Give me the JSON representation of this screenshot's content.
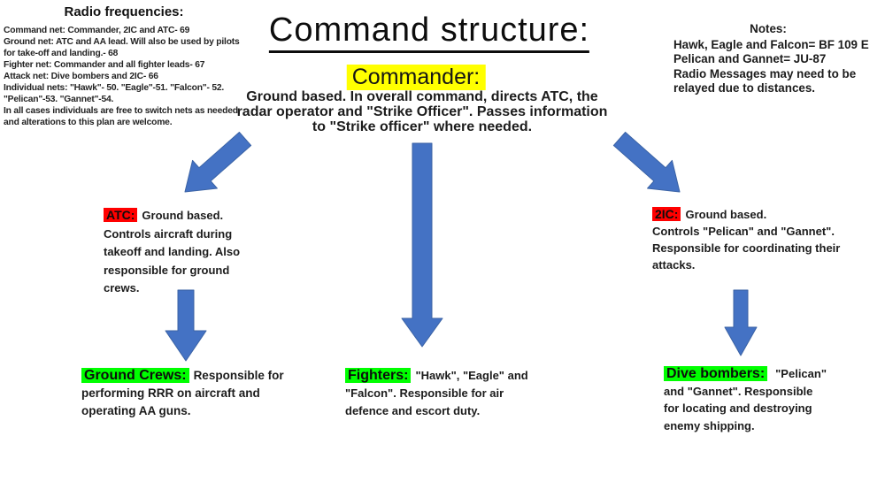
{
  "slide": {
    "title": "Command structure:"
  },
  "colors": {
    "arrow_blue": "#4472C4",
    "highlight_yellow": "#FFFF00",
    "highlight_red": "#FF0000",
    "highlight_green": "#00FF00"
  },
  "radio_frequencies": {
    "title": "Radio frequencies:",
    "lines": [
      "Command net: Commander, 2IC and ATC- 69",
      "Ground net: ATC and AA lead. Will also be used by pilots",
      "for take-off and landing.- 68",
      "Fighter net: Commander and all fighter leads- 67",
      "Attack net: Dive bombers and 2IC- 66",
      "Individual nets: \"Hawk\"- 50. \"Eagle\"-51. \"Falcon\"- 52.",
      "\"Pelican\"-53. \"Gannet\"-54.",
      "In all cases individuals are free to switch nets as needed,",
      "and alterations to this plan are welcome."
    ]
  },
  "notes": {
    "title": "Notes:",
    "lines": [
      "Hawk, Eagle and Falcon= BF 109 E",
      "Pelican and Gannet= JU-87",
      "Radio Messages may need to be",
      "relayed due to distances."
    ]
  },
  "commander": {
    "label": "Commander:",
    "desc_lines": [
      "Ground based. In overall command, directs ATC, the",
      "radar operator and \"Strike Officer\". Passes information",
      "to \"Strike officer\" where needed."
    ]
  },
  "nodes": {
    "atc": {
      "label": "ATC:",
      "first_line": "Ground based.",
      "lines": [
        "Controls aircraft during",
        "takeoff and landing. Also",
        "responsible for ground",
        "crews."
      ]
    },
    "two_ic": {
      "label": "2IC:",
      "first_line": "Ground based.",
      "lines": [
        "Controls \"Pelican\" and \"Gannet\".",
        "Responsible for coordinating their",
        "attacks."
      ]
    },
    "ground_crews": {
      "label": "Ground Crews:",
      "first_line": "Responsible for",
      "lines": [
        "performing RRR on aircraft and",
        "operating AA guns."
      ]
    },
    "fighters": {
      "label": "Fighters:",
      "first_line": "\"Hawk\", \"Eagle\" and",
      "lines": [
        "\"Falcon\". Responsible for air",
        "defence and escort duty."
      ]
    },
    "dive_bombers": {
      "label": "Dive bombers:",
      "first_line": "\"Pelican\"",
      "lines": [
        "and \"Gannet\". Responsible",
        "for locating and destroying",
        "enemy shipping."
      ]
    }
  },
  "connections": [
    {
      "from": "Commander",
      "to": "ATC"
    },
    {
      "from": "Commander",
      "to": "Fighters"
    },
    {
      "from": "Commander",
      "to": "2IC"
    },
    {
      "from": "ATC",
      "to": "Ground Crews"
    },
    {
      "from": "2IC",
      "to": "Dive bombers"
    }
  ]
}
